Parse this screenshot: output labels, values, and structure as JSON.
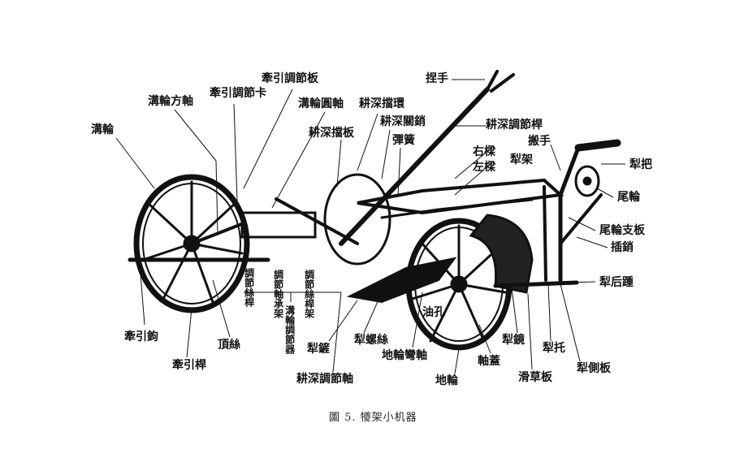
{
  "labels": {
    "gou_lun": "溝輪",
    "gou_lun_fang_zhou": "溝輪方軸",
    "qian_yin_tiao_jie_ka": "牽引調節卡",
    "qian_yin_tiao_jie_ban": "牽引調節板",
    "gou_lun_yuan_zhou": "溝輪圓軸",
    "geng_shen_dang_ban": "耕深擋板",
    "geng_shen_dang_huan": "耕深擋環",
    "geng_shen_guan_xiao": "耕深關銷",
    "tan_huang": "彈簧",
    "nie_shou": "捏手",
    "geng_shen_tiao_jie_gan": "耕深調節桿",
    "ban_shou": "搬手",
    "you_liang": "右樑",
    "zuo_liang": "左樑",
    "li_jia": "犁架",
    "li_ba": "犁把",
    "wei_lun": "尾輪",
    "wei_lun_zhi_ban": "尾輪支板",
    "cha_xiao": "插銷",
    "li_hou_zhong": "犁后踵",
    "tiao_jie_si_gan": "調節絲桿",
    "tiao_jie_zhou_cheng_jia": "調節軸承架",
    "tiao_jie_si_gan_jia": "調節絲桿架",
    "gou_lun_tiao_jie_qi": "溝輪調節器",
    "you_kong": "油孔",
    "qian_yin_gou": "牽引鉤",
    "ding_si": "頂絲",
    "qian_yin_gan": "牽引桿",
    "li_luo_si": "犁螺絲",
    "li_chan": "犁鏟",
    "di_lun_wan_zhou": "地輪彎軸",
    "geng_shen_tiao_jie_zhou": "耕深調節軸",
    "zhou_gai": "軸蓋",
    "li_jing": "犁鏡",
    "di_lun": "地輪",
    "hua_cao_ban": "滑草板",
    "li_tuo": "犁托",
    "li_ce_ban": "犁側板"
  },
  "caption": "圖 5.  犪架小机器"
}
